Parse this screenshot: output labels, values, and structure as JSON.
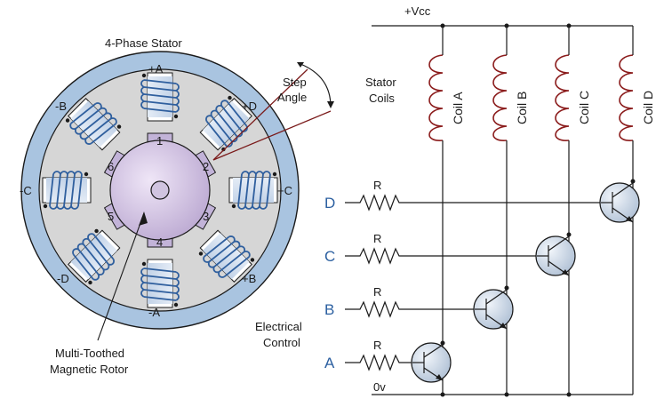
{
  "stator": {
    "title": "4-Phase Stator",
    "pole_labels": {
      "top": "+A",
      "bottom": "-A",
      "left": "-C",
      "right": "+C",
      "top_left": "-B",
      "top_right": "+D",
      "bottom_left": "-D",
      "bottom_right": "+B"
    },
    "tooth_numbers": [
      "1",
      "2",
      "3",
      "4",
      "5",
      "6"
    ],
    "step_angle_line1": "Step",
    "step_angle_line2": "Angle",
    "rotor_label_line1": "Multi-Toothed",
    "rotor_label_line2": "Magnetic Rotor"
  },
  "circuit": {
    "supply": "+Vcc",
    "ground": "0v",
    "stator_coils_line1": "Stator",
    "stator_coils_line2": "Coils",
    "coils": [
      "Coil A",
      "Coil B",
      "Coil C",
      "Coil D"
    ],
    "resistor_label": "R",
    "inputs": [
      "A",
      "B",
      "C",
      "D"
    ],
    "control_line1": "Electrical",
    "control_line2": "Control"
  },
  "colors": {
    "stator_ring": "#a9c4e0",
    "stator_face": "#d3d3d3",
    "rotor": "#d6c7e6",
    "coil": "#3b6fb0",
    "inductor": "#8b1c1c",
    "input_label": "#2b5fa0",
    "transistor_fill": "#c7d4e4"
  }
}
